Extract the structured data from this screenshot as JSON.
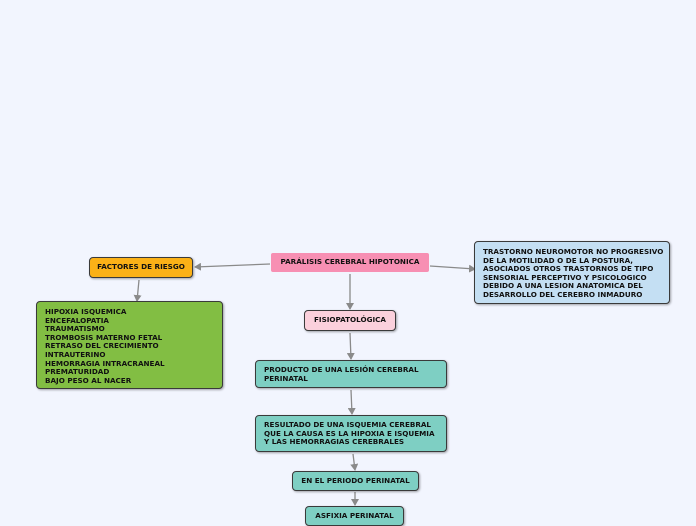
{
  "nodes": {
    "root": "PARÁLISIS CEREBRAL HIPOTONICA",
    "risk_factors": "FACTORES DE RIESGO",
    "definition": [
      "TRASTORNO NEUROMOTOR NO PROGRESIVO",
      "DE LA MOTILIDAD O DE LA POSTURA,",
      "ASOCIADOS OTROS TRASTORNOS DE TIPO",
      "SENSORIAL PERCEPTIVO Y PSICOLOGICO",
      "DEBIDO A UNA LESION ANATOMICA DEL",
      "DESARROLLO DEL CEREBRO INMADURO"
    ],
    "risk_list": [
      "HIPOXIA ISQUEMICA",
      "ENCEFALOPATIA",
      "TRAUMATISMO",
      "TROMBOSIS MATERNO FETAL",
      "RETRASO DEL CRECIMIENTO",
      "INTRAUTERINO",
      "HEMORRAGIA INTRACRANEAL",
      "PREMATURIDAD",
      "BAJO PESO AL NACER"
    ],
    "pathophysiology": "FISIOPATOLÓGICA",
    "product": [
      "PRODUCTO DE UNA LESIÓN CEREBRAL",
      "PERINATAL"
    ],
    "result": [
      "RESULTADO DE UNA ISQUEMIA CEREBRAL",
      "QUE LA CAUSA ES LA HIPOXIA E ISQUEMIA",
      "Y LAS HEMORRAGIAS CEREBRALES"
    ],
    "period": "EN EL PERIODO PERINATAL",
    "asphyxia": "ASFIXIA PERINATAL"
  },
  "colors": {
    "root": "#f78fb3",
    "risk_factors": "#fbb117",
    "definition": "#c4dff3",
    "risk_list": "#82be43",
    "pathophysiology": "#fbd0dc",
    "chain": "#7ecfc3",
    "connector": "#8a8a8a"
  }
}
